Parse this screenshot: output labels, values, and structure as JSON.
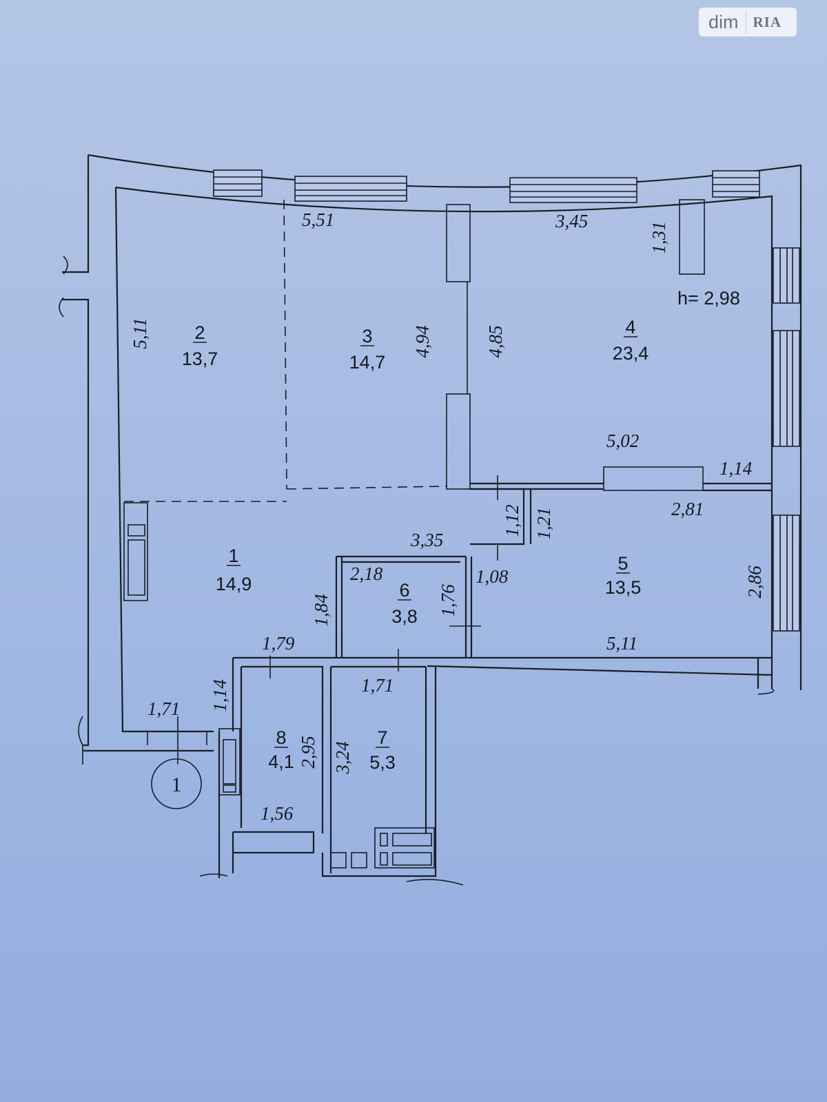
{
  "watermark": {
    "brand": "dim",
    "brand2": "RIA"
  },
  "height_label": "h= 2,98",
  "entrance_marker": "1",
  "rooms": [
    {
      "number": "1",
      "area": "14,9"
    },
    {
      "number": "2",
      "area": "13,7"
    },
    {
      "number": "3",
      "area": "14,7"
    },
    {
      "number": "4",
      "area": "23,4"
    },
    {
      "number": "5",
      "area": "13,5"
    },
    {
      "number": "6",
      "area": "3,8"
    },
    {
      "number": "7",
      "area": "5,3"
    },
    {
      "number": "8",
      "area": "4,1"
    }
  ],
  "dims": {
    "d551": "5,51",
    "d345": "3,45",
    "d131": "1,31",
    "d511a": "5,11",
    "d494": "4,94",
    "d485": "4,85",
    "d502": "5,02",
    "d114a": "1,14",
    "d281": "2,81",
    "d112": "1,12",
    "d121": "1,21",
    "d335": "3,35",
    "d218": "2,18",
    "d176": "1,76",
    "d108": "1,08",
    "d286": "2,86",
    "d184": "1,84",
    "d511b": "5,11",
    "d179": "1,79",
    "d171a": "1,71",
    "d114b": "1,14",
    "d171b": "1,71",
    "d295": "2,95",
    "d324": "3,24",
    "d156": "1,56"
  }
}
